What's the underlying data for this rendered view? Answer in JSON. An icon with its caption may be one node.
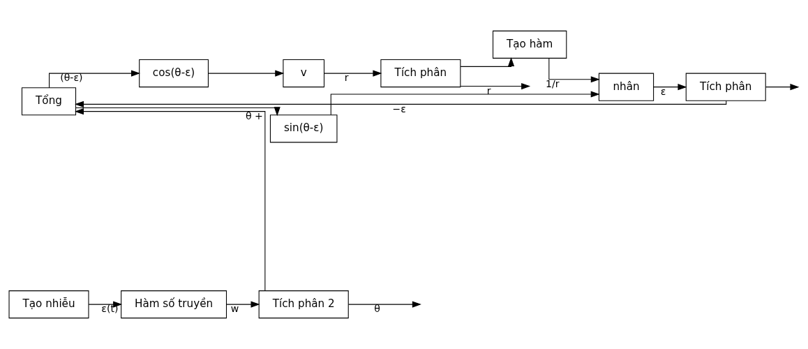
{
  "diagram": {
    "nodes": [
      {
        "text": [
          "Tổng"
        ]
      },
      {
        "text": [
          "cos(θ-ε)"
        ]
      },
      {
        "text": [
          "v"
        ]
      },
      {
        "text": [
          "Tích phân"
        ]
      },
      {
        "text": [
          "Tạo hàm"
        ]
      },
      {
        "text": [
          "sin(θ-ε)"
        ]
      },
      {
        "text": [
          "nhân"
        ]
      },
      {
        "text": [
          "Tích phân"
        ]
      },
      {
        "text": [
          "Tạo nhiễu"
        ]
      },
      {
        "text": [
          "Hàm số truyền"
        ]
      },
      {
        "text": [
          "Tích phân 2"
        ]
      }
    ],
    "edges": [
      {
        "from": 0,
        "to": 1,
        "arrow": "to",
        "label": "(θ-ε)"
      },
      {
        "from": 0,
        "to": 5,
        "arrow": "to"
      },
      {
        "from": 1,
        "to": 2,
        "arrow": "to"
      },
      {
        "from": 2,
        "to": 3,
        "arrow": "to",
        "label": "r"
      },
      {
        "from": 3,
        "to": null,
        "arrow": "to",
        "label": "r"
      },
      {
        "from": 3,
        "to": 4,
        "arrow": "to"
      },
      {
        "from": 4,
        "to": 6,
        "arrow": "to",
        "label": "1/r"
      },
      {
        "from": 5,
        "to": 6,
        "arrow": "to"
      },
      {
        "from": 6,
        "to": 7,
        "arrow": "to",
        "label": "ε"
      },
      {
        "from": 7,
        "to": null,
        "arrow": "to"
      },
      {
        "from": 7,
        "to": 0,
        "arrow": "to",
        "label": "−ε"
      },
      {
        "from": 8,
        "to": 9,
        "arrow": "to",
        "label": "ε(t)"
      },
      {
        "from": 9,
        "to": 10,
        "arrow": "to",
        "label": "w"
      },
      {
        "from": 10,
        "to": null,
        "arrow": "to",
        "label": "θ"
      },
      {
        "from": 10,
        "to": 0,
        "arrow": "to",
        "label": "θ +"
      }
    ]
  }
}
